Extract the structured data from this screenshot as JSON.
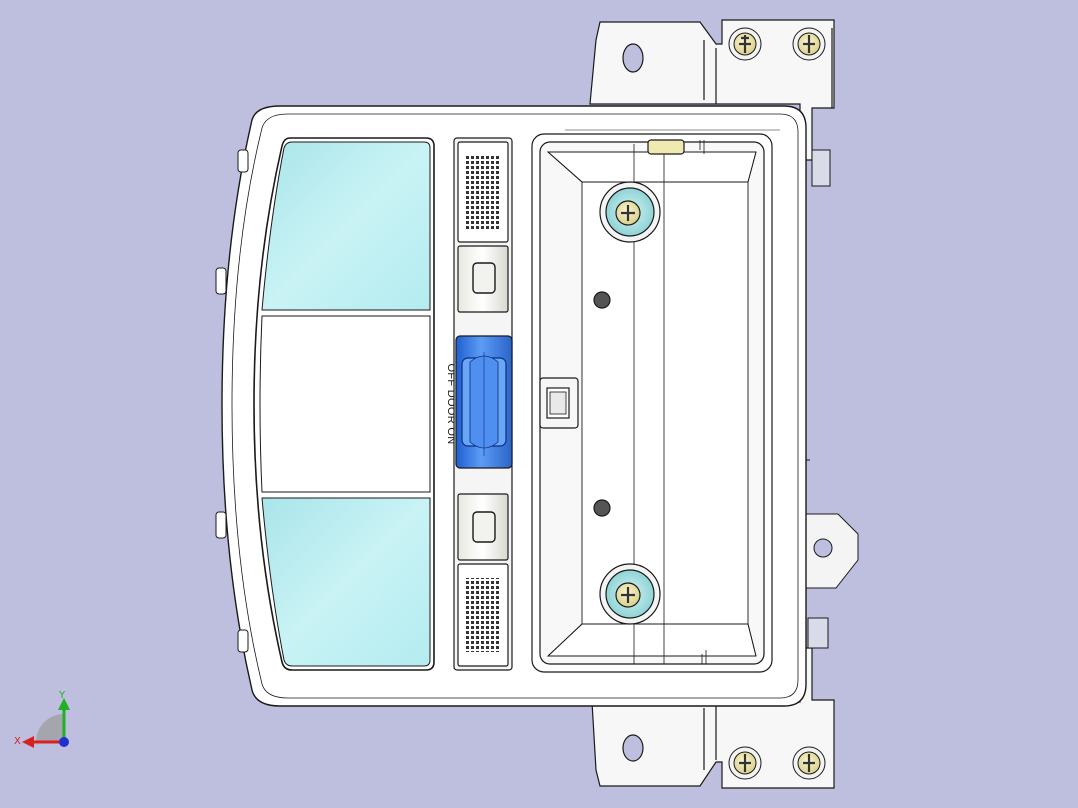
{
  "viewport": {
    "background": "#bebfde"
  },
  "switch_label": "OFF DOOR ON",
  "triad": {
    "x_label": "X",
    "y_label": "Y",
    "x_color": "#d92020",
    "y_color": "#20b020",
    "z_color": "#2030d0"
  },
  "colors": {
    "lens": "#b6ecef",
    "housing": "#ffffff",
    "outline": "#1a1a1a",
    "door_switch": "#3a78e0",
    "bracket": "#f7f7f7",
    "screw_head": "#f1eab0"
  }
}
